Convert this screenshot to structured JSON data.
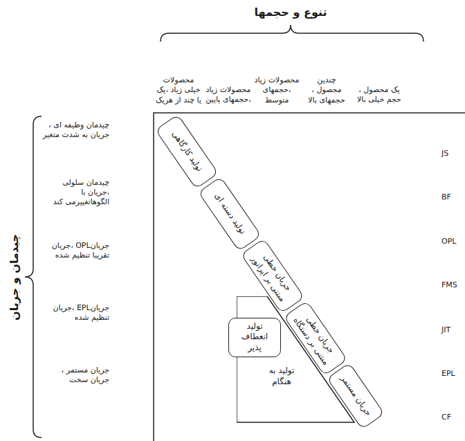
{
  "diagram": {
    "title": "تنوع و حجمها",
    "nodes": [
      {
        "text": [
          "تولید کارگاهی"
        ]
      },
      {
        "text": [
          "تولید دسته ای"
        ]
      },
      {
        "text": [
          "جریان خطی مبتنی بر اپراتور"
        ]
      },
      {
        "text": [
          "جریان خطی مبتنی بر دستگاه"
        ]
      },
      {
        "text": [
          "جریان مستمر"
        ]
      },
      {
        "text": [
          "تولید به هنگام"
        ]
      },
      {
        "text": [
          "تولید انعطاف پذیر"
        ]
      }
    ],
    "labels": [
      "یک محصول ، حجم خیلی بالا",
      "چندین محصول ، حجمهای بالا",
      "محصولات زیاد ،حجمهای متوسط",
      "محصولات زیاد ،حجمهای پایین",
      "محصولات خیلی زیاد ،یک یا چند از هریک",
      "چیدمان و جریان",
      "چیدمان وظیفه ای ، جریان به شدت متغیر",
      "چیدمان سلولی ،جریان با الگوهاتغییرمی کند",
      "جریانOPL ،جریان تقریبا تنظیم شده",
      "جریانEPL ،جریان تنظیم شده",
      "جریان مستمر ، جریان سخت",
      "JS",
      "BF",
      "OPL",
      "FMS",
      "JIT",
      "EPL",
      "CF"
    ]
  }
}
